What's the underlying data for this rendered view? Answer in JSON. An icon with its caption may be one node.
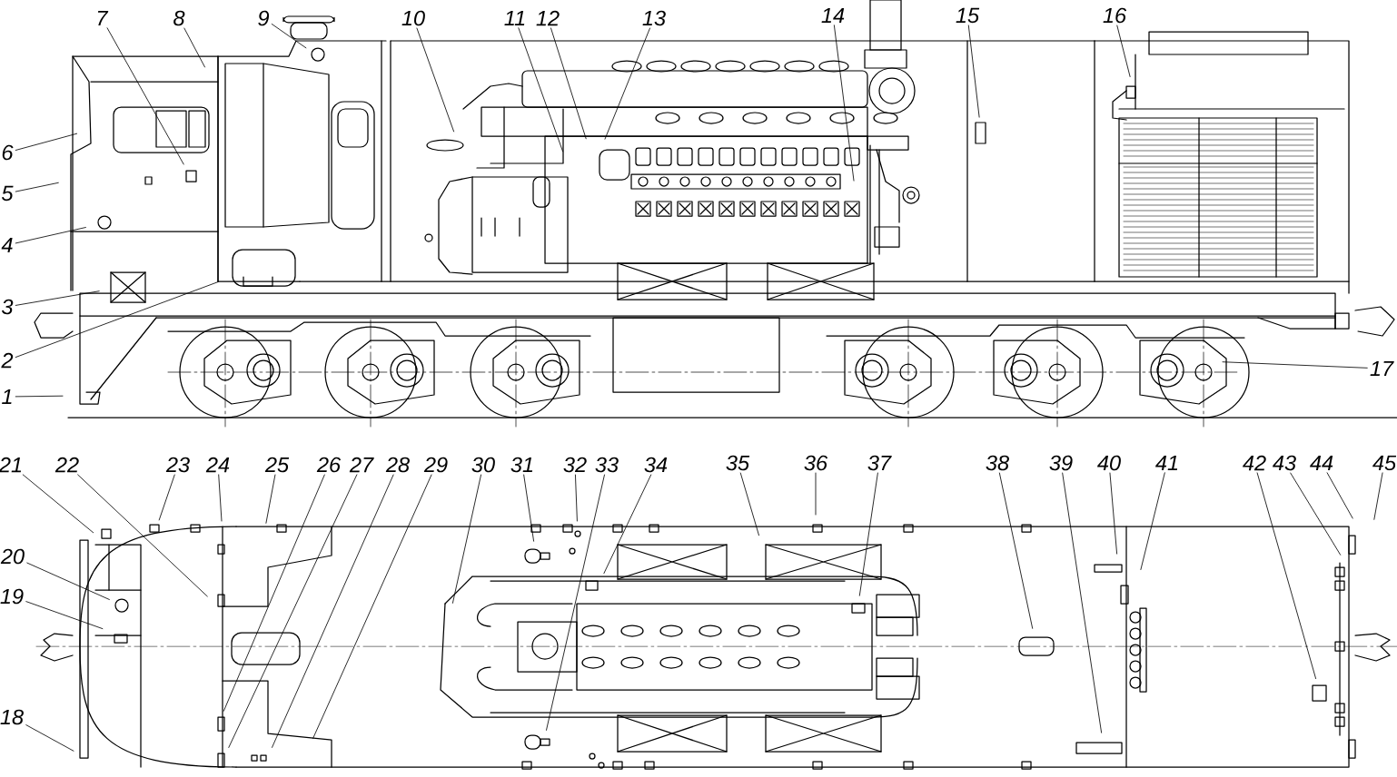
{
  "diagram": {
    "nodes": [
      {
        "text": [
          "1"
        ]
      },
      {
        "text": [
          "2"
        ]
      },
      {
        "text": [
          "3"
        ]
      },
      {
        "text": [
          "4"
        ]
      },
      {
        "text": [
          "5"
        ]
      },
      {
        "text": [
          "6"
        ]
      },
      {
        "text": [
          "7"
        ]
      },
      {
        "text": [
          "8"
        ]
      },
      {
        "text": [
          "9"
        ]
      },
      {
        "text": [
          "10"
        ]
      },
      {
        "text": [
          "11"
        ]
      },
      {
        "text": [
          "12"
        ]
      },
      {
        "text": [
          "13"
        ]
      },
      {
        "text": [
          "14"
        ]
      },
      {
        "text": [
          "15"
        ]
      },
      {
        "text": [
          "16"
        ]
      },
      {
        "text": [
          "17"
        ]
      },
      {
        "text": [
          "18"
        ]
      },
      {
        "text": [
          "19"
        ]
      },
      {
        "text": [
          "20"
        ]
      },
      {
        "text": [
          "21"
        ]
      },
      {
        "text": [
          "22"
        ]
      },
      {
        "text": [
          "23"
        ]
      },
      {
        "text": [
          "24"
        ]
      },
      {
        "text": [
          "25"
        ]
      },
      {
        "text": [
          "26"
        ]
      },
      {
        "text": [
          "27"
        ]
      },
      {
        "text": [
          "28"
        ]
      },
      {
        "text": [
          "29"
        ]
      },
      {
        "text": [
          "30"
        ]
      },
      {
        "text": [
          "31"
        ]
      },
      {
        "text": [
          "32"
        ]
      },
      {
        "text": [
          "33"
        ]
      },
      {
        "text": [
          "34"
        ]
      },
      {
        "text": [
          "35"
        ]
      },
      {
        "text": [
          "36"
        ]
      },
      {
        "text": [
          "37"
        ]
      },
      {
        "text": [
          "38"
        ]
      },
      {
        "text": [
          "39"
        ]
      },
      {
        "text": [
          "40"
        ]
      },
      {
        "text": [
          "41"
        ]
      },
      {
        "text": [
          "42"
        ]
      },
      {
        "text": [
          "43"
        ]
      },
      {
        "text": [
          "44"
        ]
      },
      {
        "text": [
          "45"
        ]
      }
    ],
    "edges": [
      {
        "from": 0,
        "to": null,
        "arrow": "none"
      },
      {
        "from": 1,
        "to": null,
        "arrow": "none"
      },
      {
        "from": 2,
        "to": null,
        "arrow": "none"
      },
      {
        "from": 3,
        "to": null,
        "arrow": "none"
      },
      {
        "from": 4,
        "to": null,
        "arrow": "none"
      },
      {
        "from": 5,
        "to": null,
        "arrow": "none"
      },
      {
        "from": 6,
        "to": null,
        "arrow": "none"
      },
      {
        "from": 7,
        "to": null,
        "arrow": "none"
      },
      {
        "from": 8,
        "to": null,
        "arrow": "none"
      },
      {
        "from": 9,
        "to": null,
        "arrow": "none"
      },
      {
        "from": 10,
        "to": null,
        "arrow": "none"
      },
      {
        "from": 11,
        "to": null,
        "arrow": "none"
      },
      {
        "from": 12,
        "to": null,
        "arrow": "none"
      },
      {
        "from": 13,
        "to": null,
        "arrow": "none"
      },
      {
        "from": 14,
        "to": null,
        "arrow": "none"
      },
      {
        "from": 15,
        "to": null,
        "arrow": "none"
      },
      {
        "from": 16,
        "to": null,
        "arrow": "none"
      },
      {
        "from": 17,
        "to": null,
        "arrow": "none"
      },
      {
        "from": 18,
        "to": null,
        "arrow": "none"
      },
      {
        "from": 19,
        "to": null,
        "arrow": "none"
      },
      {
        "from": 20,
        "to": null,
        "arrow": "none"
      },
      {
        "from": 21,
        "to": null,
        "arrow": "none"
      },
      {
        "from": 22,
        "to": null,
        "arrow": "none"
      },
      {
        "from": 23,
        "to": null,
        "arrow": "none"
      },
      {
        "from": 24,
        "to": null,
        "arrow": "none"
      },
      {
        "from": 25,
        "to": null,
        "arrow": "none"
      },
      {
        "from": 26,
        "to": null,
        "arrow": "none"
      },
      {
        "from": 27,
        "to": null,
        "arrow": "none"
      },
      {
        "from": 28,
        "to": null,
        "arrow": "none"
      },
      {
        "from": 29,
        "to": null,
        "arrow": "none"
      },
      {
        "from": 30,
        "to": null,
        "arrow": "none"
      },
      {
        "from": 31,
        "to": null,
        "arrow": "none"
      },
      {
        "from": 32,
        "to": null,
        "arrow": "none"
      },
      {
        "from": 33,
        "to": null,
        "arrow": "none"
      },
      {
        "from": 34,
        "to": null,
        "arrow": "none"
      },
      {
        "from": 35,
        "to": null,
        "arrow": "none"
      },
      {
        "from": 36,
        "to": null,
        "arrow": "none"
      },
      {
        "from": 37,
        "to": null,
        "arrow": "none"
      },
      {
        "from": 38,
        "to": null,
        "arrow": "none"
      },
      {
        "from": 39,
        "to": null,
        "arrow": "none"
      },
      {
        "from": 40,
        "to": null,
        "arrow": "none"
      },
      {
        "from": 41,
        "to": null,
        "arrow": "none"
      },
      {
        "from": 42,
        "to": null,
        "arrow": "none"
      },
      {
        "from": 43,
        "to": null,
        "arrow": "none"
      },
      {
        "from": 44,
        "to": null,
        "arrow": "none"
      }
    ]
  }
}
